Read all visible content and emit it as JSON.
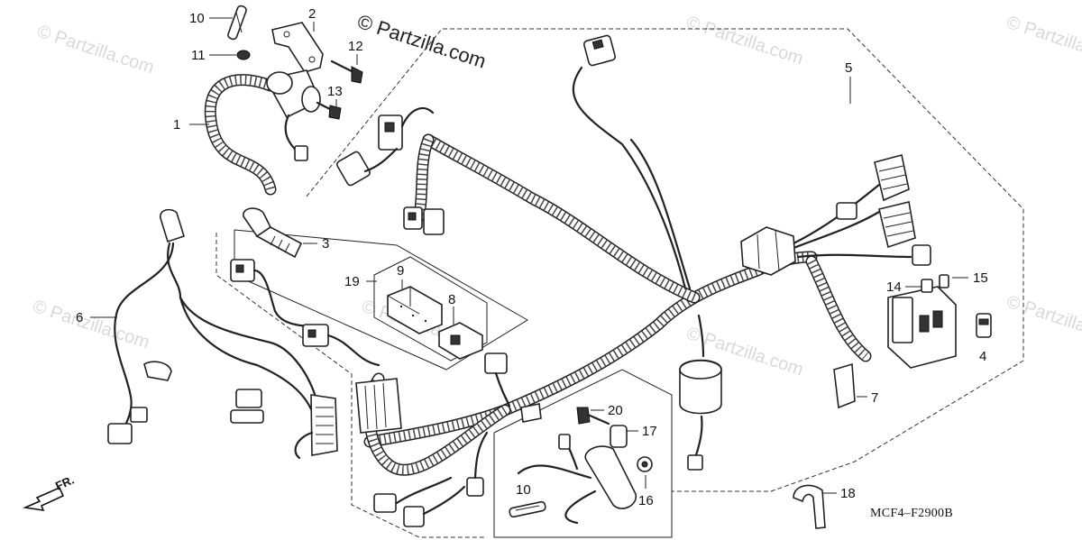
{
  "watermark": {
    "copyright": "© Partzilla.com",
    "repeat_text": "© Partzilla.com"
  },
  "diagram": {
    "drawing_code": "MCF4–F2900B",
    "direction_label": "FR."
  },
  "callouts": {
    "c1": "1",
    "c2": "2",
    "c3": "3",
    "c4": "4",
    "c5": "5",
    "c6": "6",
    "c7": "7",
    "c8": "8",
    "c9": "9",
    "c10a": "10",
    "c10b": "10",
    "c11": "11",
    "c12": "12",
    "c13": "13",
    "c14": "14",
    "c15": "15",
    "c16": "16",
    "c17": "17",
    "c18": "18",
    "c19": "19",
    "c20": "20"
  },
  "icons": {
    "harness": "wire-harness-icon",
    "coil": "ignition-coil-icon",
    "connector": "connector-icon",
    "fuse": "fuse-icon",
    "clamp": "clamp-icon",
    "arrow": "front-arrow-icon"
  }
}
